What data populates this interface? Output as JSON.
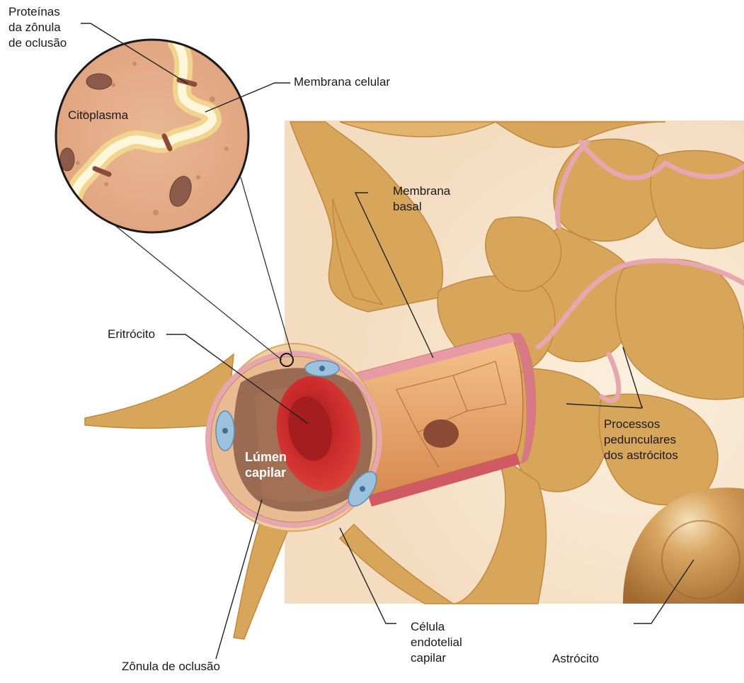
{
  "labels": {
    "proteinas": "Proteínas\nda zônula\nde oclusão",
    "membrana_celular": "Membrana celular",
    "citoplasma": "Citoplasma",
    "membrana_basal": "Membrana\nbasal",
    "eritrocito": "Eritrócito",
    "lumen": "Lúmen\ncapilar",
    "processos": "Processos\npedunculares\ndos astrócitos",
    "celula": "Célula\nendotelial\ncapilar",
    "zonula": "Zônula de oclusão",
    "astrocito": "Astrócito"
  },
  "colors": {
    "astrocyte_tan": "#d9a95a",
    "astrocyte_light": "#f0d9a6",
    "basal_pink": "#e6a7ae",
    "cytoplasm": "#e9b48c",
    "erythrocyte": "#c8282a",
    "lumen_brown": "#9a6a52",
    "nucleus_blue": "#9cc1dd",
    "mito_brown": "#8c5a48"
  }
}
